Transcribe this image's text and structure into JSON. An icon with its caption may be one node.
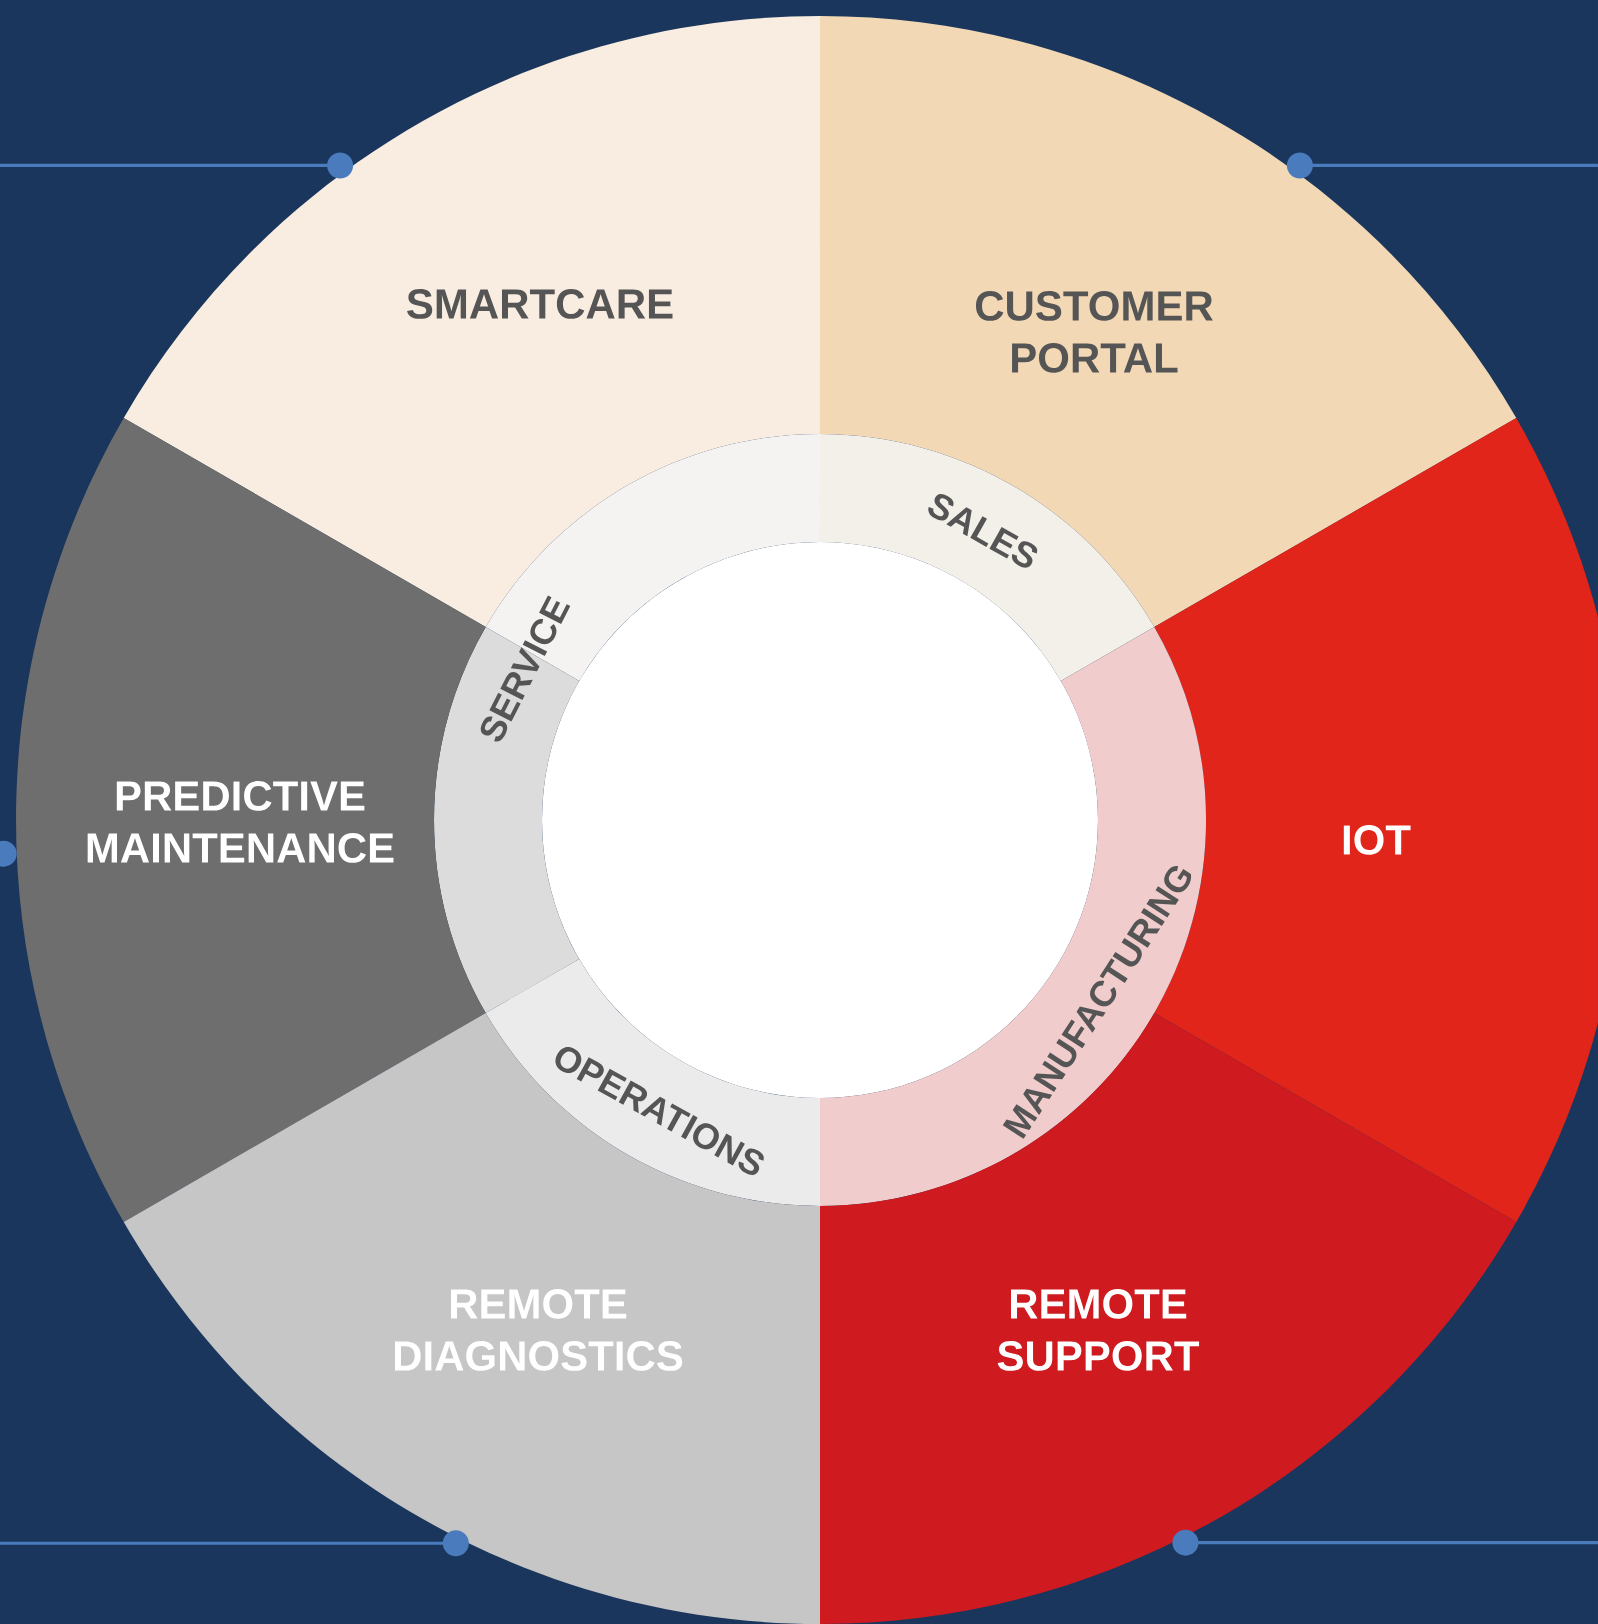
{
  "diagram": {
    "nodes": [
      {
        "text": [
          "SMARTCARE"
        ]
      },
      {
        "text": [
          "CUSTOMER PORTAL"
        ]
      },
      {
        "text": [
          "SALES"
        ]
      },
      {
        "text": [
          "SERVICE"
        ]
      },
      {
        "text": [
          "PREDICTIVE MAINTENANCE"
        ]
      },
      {
        "text": [
          "IOT"
        ]
      },
      {
        "text": [
          "MANUFACTURING"
        ]
      },
      {
        "text": [
          "OPERATIONS"
        ]
      },
      {
        "text": [
          "REMOTE DIAGNOSTICS"
        ]
      },
      {
        "text": [
          "REMOTE SUPPORT"
        ]
      },
      {
        "text": [],
        "shape": "circle"
      }
    ],
    "edges": [
      {
        "from": null,
        "to": 0,
        "arrow": "other"
      },
      {
        "from": null,
        "to": 1,
        "arrow": "other"
      },
      {
        "from": null,
        "to": 4,
        "arrow": "other"
      },
      {
        "from": null,
        "to": 8,
        "arrow": "other"
      },
      {
        "from": null,
        "to": 9,
        "arrow": "other"
      }
    ]
  }
}
